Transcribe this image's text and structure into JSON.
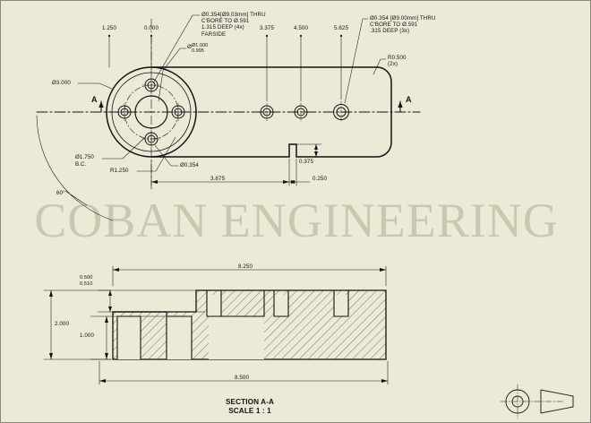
{
  "sheet": {
    "background_color": "#ecead6",
    "line_color": "#121212",
    "watermark": "COBAN ENGINEERING"
  },
  "top_view": {
    "ordinate_dimensions": [
      "1.250",
      "0.000",
      "3.375",
      "4.500",
      "5.625"
    ],
    "callouts": {
      "counterbore_left": "Ø0.354[Ø9.03mm] THRU\nC'BORE TO Ø.591\n1.315 DEEP (4x)\nFARSIDE",
      "counterbore_right": "Ø0.354 [Ø9.00mm] THRU\nC'BORE TO Ø.591\n.315 DEEP (3x)",
      "center_bore_upper": "Ø1.000",
      "center_bore_lower": "0.995",
      "center_bore_prefix": "Ø",
      "outer_diameter": "Ø3.000",
      "bolt_circle": "Ø1.750",
      "bolt_circle_note": "B.C.",
      "fillet_radius": "R1.250",
      "corner_radius": "R0.500",
      "corner_radius_qty": "(2x)",
      "small_hole": "Ø0.354",
      "angle": "60°"
    },
    "linear_dimensions": {
      "length": "3.875",
      "notch_depth": "0.375",
      "notch_width": "0.250"
    },
    "section_marks": {
      "left": "A",
      "right": "A"
    }
  },
  "section_view": {
    "title": "SECTION A-A",
    "scale": "SCALE 1 : 1",
    "dimensions": {
      "top_width": "8.250",
      "overall_width": "8.500",
      "height": "2.000",
      "step_height": "1.000",
      "slot_upper": "0.500",
      "slot_lower": "0.510"
    }
  },
  "projection_symbol": {
    "name": "third-angle-projection"
  }
}
